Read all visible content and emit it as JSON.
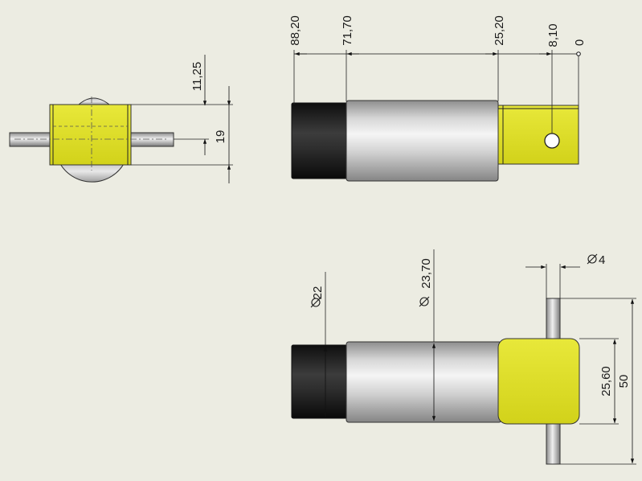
{
  "drawing": {
    "side_view": {
      "dim_upper": "11,25",
      "dim_overall": "19"
    },
    "front_view": {
      "ordinate_1": "88,20",
      "ordinate_2": "71,70",
      "ordinate_3": "25,20",
      "ordinate_4": "8,10",
      "ordinate_5": "0"
    },
    "top_view": {
      "dia_cap": "22",
      "dia_body": "23,70",
      "dia_shaft": "4",
      "dim_block": "25,60",
      "dim_shaft_len": "50"
    }
  },
  "colors": {
    "background": "#ecece2",
    "block": "#dede1f",
    "cap": "#222222",
    "body": "#c9c9c9",
    "shaft": "#b5b5b5"
  }
}
